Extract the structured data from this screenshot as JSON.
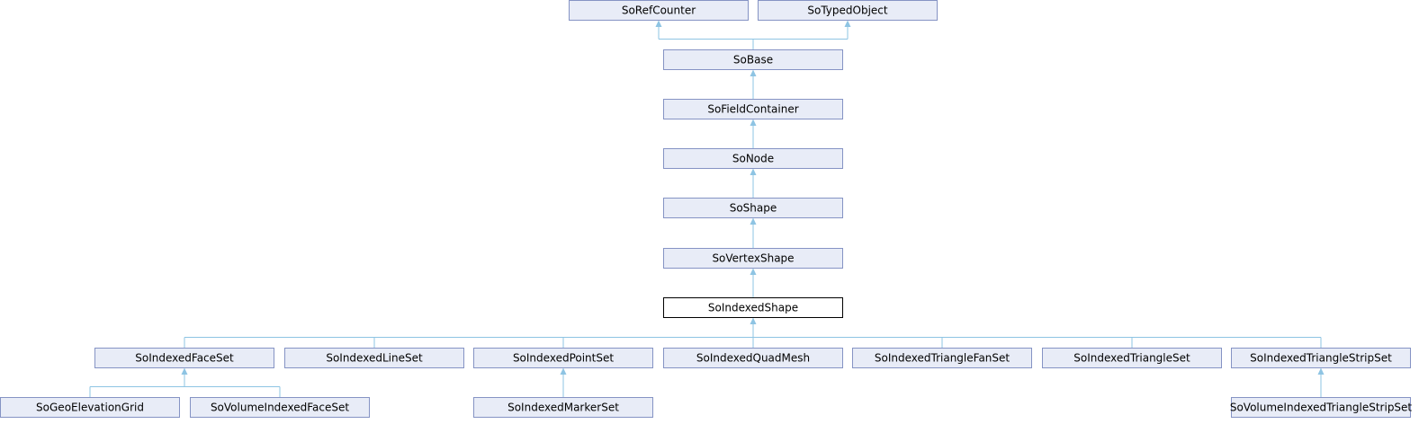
{
  "diagram": {
    "nodes": [
      {
        "id": "SoRefCounter",
        "label": "SoRefCounter"
      },
      {
        "id": "SoTypedObject",
        "label": "SoTypedObject"
      },
      {
        "id": "SoBase",
        "label": "SoBase"
      },
      {
        "id": "SoFieldContainer",
        "label": "SoFieldContainer"
      },
      {
        "id": "SoNode",
        "label": "SoNode"
      },
      {
        "id": "SoShape",
        "label": "SoShape"
      },
      {
        "id": "SoVertexShape",
        "label": "SoVertexShape"
      },
      {
        "id": "SoIndexedShape",
        "label": "SoIndexedShape",
        "current": true
      },
      {
        "id": "SoIndexedFaceSet",
        "label": "SoIndexedFaceSet"
      },
      {
        "id": "SoIndexedLineSet",
        "label": "SoIndexedLineSet"
      },
      {
        "id": "SoIndexedPointSet",
        "label": "SoIndexedPointSet"
      },
      {
        "id": "SoIndexedQuadMesh",
        "label": "SoIndexedQuadMesh"
      },
      {
        "id": "SoIndexedTriangleFanSet",
        "label": "SoIndexedTriangleFanSet"
      },
      {
        "id": "SoIndexedTriangleSet",
        "label": "SoIndexedTriangleSet"
      },
      {
        "id": "SoIndexedTriangleStripSet",
        "label": "SoIndexedTriangleStripSet"
      },
      {
        "id": "SoGeoElevationGrid",
        "label": "SoGeoElevationGrid"
      },
      {
        "id": "SoVolumeIndexedFaceSet",
        "label": "SoVolumeIndexedFaceSet"
      },
      {
        "id": "SoIndexedMarkerSet",
        "label": "SoIndexedMarkerSet"
      },
      {
        "id": "SoVolumeIndexedTriangleStripSet",
        "label": "SoVolumeIndexedTriangleStripSet"
      }
    ],
    "edges": [
      {
        "from": "SoBase",
        "to": "SoRefCounter"
      },
      {
        "from": "SoBase",
        "to": "SoTypedObject"
      },
      {
        "from": "SoFieldContainer",
        "to": "SoBase"
      },
      {
        "from": "SoNode",
        "to": "SoFieldContainer"
      },
      {
        "from": "SoShape",
        "to": "SoNode"
      },
      {
        "from": "SoVertexShape",
        "to": "SoShape"
      },
      {
        "from": "SoIndexedShape",
        "to": "SoVertexShape"
      },
      {
        "from": "SoIndexedFaceSet",
        "to": "SoIndexedShape"
      },
      {
        "from": "SoIndexedLineSet",
        "to": "SoIndexedShape"
      },
      {
        "from": "SoIndexedPointSet",
        "to": "SoIndexedShape"
      },
      {
        "from": "SoIndexedQuadMesh",
        "to": "SoIndexedShape"
      },
      {
        "from": "SoIndexedTriangleFanSet",
        "to": "SoIndexedShape"
      },
      {
        "from": "SoIndexedTriangleSet",
        "to": "SoIndexedShape"
      },
      {
        "from": "SoIndexedTriangleStripSet",
        "to": "SoIndexedShape"
      },
      {
        "from": "SoGeoElevationGrid",
        "to": "SoIndexedFaceSet"
      },
      {
        "from": "SoVolumeIndexedFaceSet",
        "to": "SoIndexedFaceSet"
      },
      {
        "from": "SoIndexedMarkerSet",
        "to": "SoIndexedPointSet"
      },
      {
        "from": "SoVolumeIndexedTriangleStripSet",
        "to": "SoIndexedTriangleStripSet"
      }
    ]
  },
  "colors": {
    "node_fill": "#e8ecf7",
    "node_border": "#8593c4",
    "current_node_fill": "#ffffff",
    "current_node_border": "#000000",
    "edge": "#8ec4e3"
  }
}
